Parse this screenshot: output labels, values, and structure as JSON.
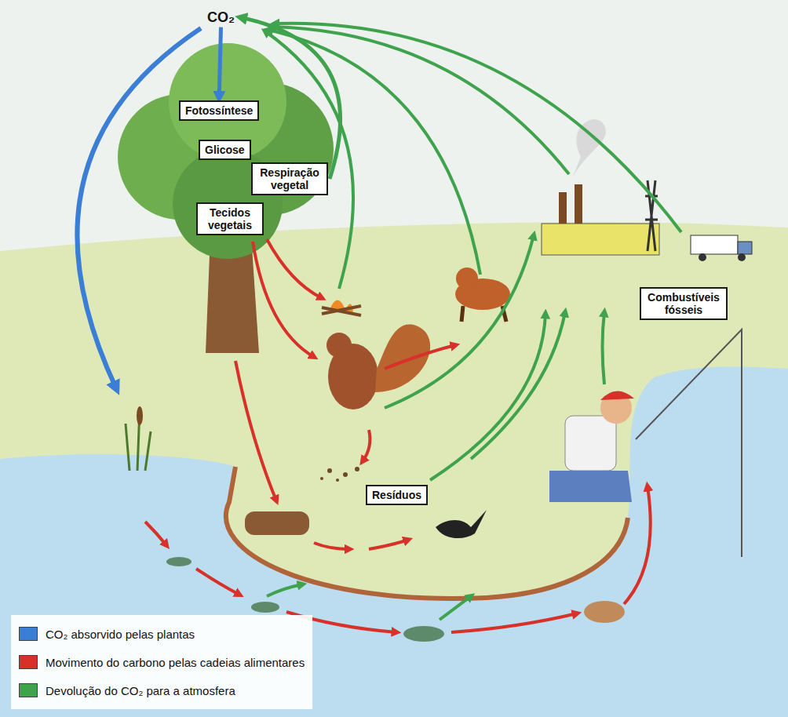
{
  "diagram": {
    "nodes": [
      {
        "text": [
          "CO₂"
        ]
      },
      {
        "text": [
          "Fotossíntese"
        ]
      },
      {
        "text": [
          "Glicose"
        ]
      },
      {
        "text": [
          "Respiração vegetal"
        ]
      },
      {
        "text": [
          "Tecidos vegetais"
        ]
      },
      {
        "text": [
          "Combustíveis fósseis"
        ]
      },
      {
        "text": [
          "Resíduos"
        ]
      }
    ],
    "edges": [
      {
        "from": 0,
        "to": 1,
        "arrow": "to"
      },
      {
        "from": 3,
        "to": 0,
        "arrow": "to"
      }
    ],
    "legend": [
      {
        "text": "CO₂ absorvido pelas plantas",
        "color": "#3a7fd5"
      },
      {
        "text": "Movimento do carbono pelas cadeias alimentares",
        "color": "#d8312a"
      },
      {
        "text": "Devolução do CO₂ para a atmosfera",
        "color": "#3fa34d"
      }
    ]
  }
}
